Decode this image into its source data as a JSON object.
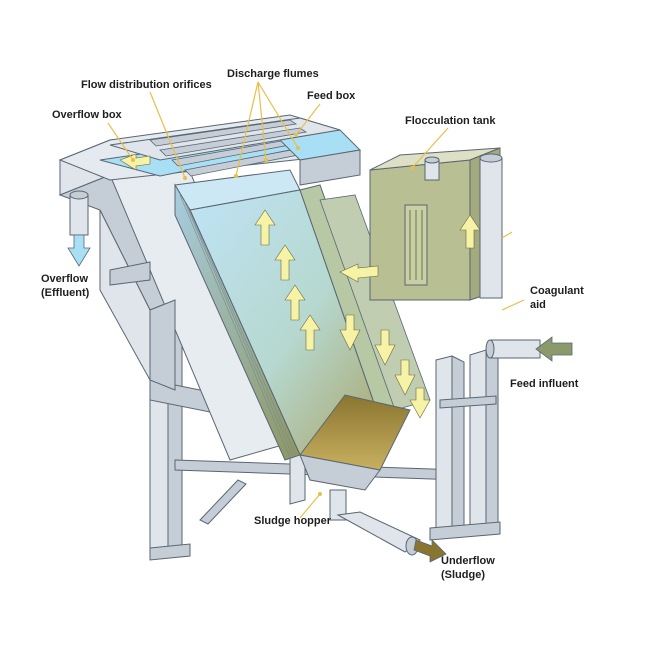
{
  "labels": {
    "flow_distribution_orifices": "Flow distribution orifices",
    "discharge_flumes": "Discharge flumes",
    "feed_box": "Feed box",
    "overflow_box": "Overflow box",
    "flocculation_tank": "Flocculation tank",
    "overflow_effluent": "Overflow\n(Effluent)",
    "coagulant_aid": "Coagulant\naid",
    "feed_influent": "Feed influent",
    "sludge_hopper": "Sludge hopper",
    "underflow_sludge": "Underflow\n(Sludge)"
  },
  "colors": {
    "frame_light": "#dfe5ea",
    "frame_mid": "#c5ced6",
    "frame_dark": "#9aa6b0",
    "outline": "#5a6672",
    "plates_blue": "#bfe0f2",
    "water_blue": "#a9dff4",
    "flocc_green": "#b8bf93",
    "flow_yellow": "#f6f2a6",
    "sludge_brown": "#8a7530",
    "leader_yellow": "#e8bf4a",
    "arrow_flow": "#8b9a6a"
  }
}
